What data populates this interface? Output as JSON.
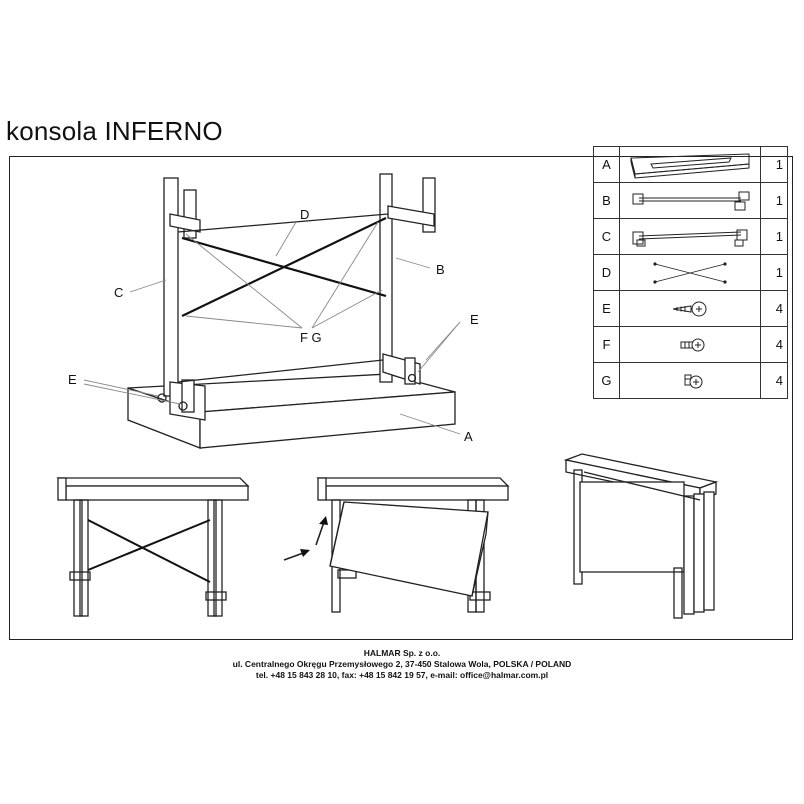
{
  "document": {
    "title": "konsola INFERNO"
  },
  "parts": [
    {
      "letter": "A",
      "qty": "1",
      "icon": "top-panel-icon"
    },
    {
      "letter": "B",
      "qty": "1",
      "icon": "leg-frame-b-icon"
    },
    {
      "letter": "C",
      "qty": "1",
      "icon": "leg-frame-c-icon"
    },
    {
      "letter": "D",
      "qty": "1",
      "icon": "cross-cable-icon"
    },
    {
      "letter": "E",
      "qty": "4",
      "icon": "long-screw-icon"
    },
    {
      "letter": "F",
      "qty": "4",
      "icon": "short-screw-icon"
    },
    {
      "letter": "G",
      "qty": "4",
      "icon": "round-screw-icon"
    }
  ],
  "callouts": {
    "d": "D",
    "c": "C",
    "b": "B",
    "fg": "F G",
    "e_right": "E",
    "e_left": "E",
    "a": "A"
  },
  "footer": {
    "company": "HALMAR Sp. z o.o.",
    "address": "ul. Centralnego Okręgu Przemysłowego 2, 37-450 Stalowa Wola, POLSKA / POLAND",
    "contact": "tel. +48 15 843 28 10, fax: +48 15 842 19 57, e-mail: office@halmar.com.pl"
  }
}
